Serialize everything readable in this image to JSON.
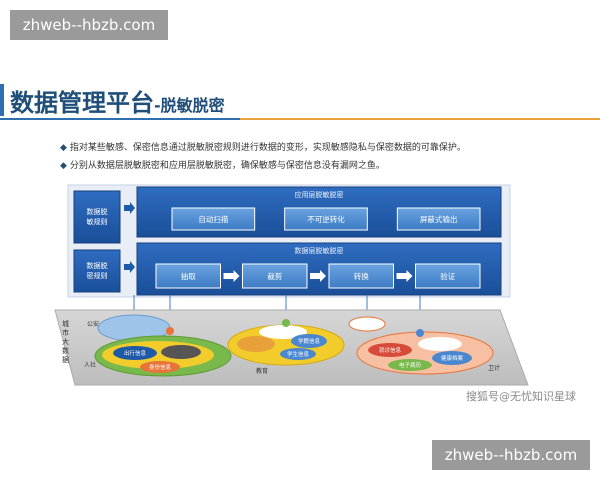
{
  "watermark": {
    "top": "zhweb--hbzb.com",
    "bottom": "zhweb--hbzb.com"
  },
  "header": {
    "title_main": "数据管理平台",
    "title_sub": "-脱敏脱密"
  },
  "bullets": [
    {
      "mark": "◆",
      "text": "指对某些敏感、保密信息通过脱敏脱密规则进行数据的变形，实现敏感隐私与保密数据的可靠保护。"
    },
    {
      "mark": "◆",
      "text": "分别从数据层脱敏脱密和应用层脱敏脱密，确保敏感与保密信息没有漏网之鱼。"
    }
  ],
  "diagram": {
    "rule_boxes": [
      "数据脱敏规则",
      "数据脱密规则"
    ],
    "app_layer": {
      "label": "应用层脱敏脱密",
      "steps": [
        "自动扫描",
        "不可逆转化",
        "屏蔽式输出"
      ]
    },
    "data_layer": {
      "label": "数据层脱敏脱密",
      "steps": [
        "抽取",
        "裁剪",
        "转换",
        "验证"
      ]
    },
    "base_label": "城市大数据",
    "domains": [
      {
        "name": "公安",
        "items": [
          "出行信息",
          "身份信息"
        ]
      },
      {
        "name": "人社",
        "items": []
      },
      {
        "name": "教育",
        "items": [
          "学籍信息",
          "学生信息"
        ]
      },
      {
        "name": "卫计",
        "items": [
          "就诊信息",
          "电子病历",
          "健康档案"
        ]
      }
    ],
    "colors": {
      "layer_blue": "#1f5aa8",
      "box_blue": "#4a87cf",
      "green": "#79b84b",
      "yellow": "#f2cc2a",
      "orange": "#e8743a",
      "red": "#d64b3a",
      "gray": "#b8b8b8"
    }
  },
  "credit": "搜狐号@无忧知识星球"
}
